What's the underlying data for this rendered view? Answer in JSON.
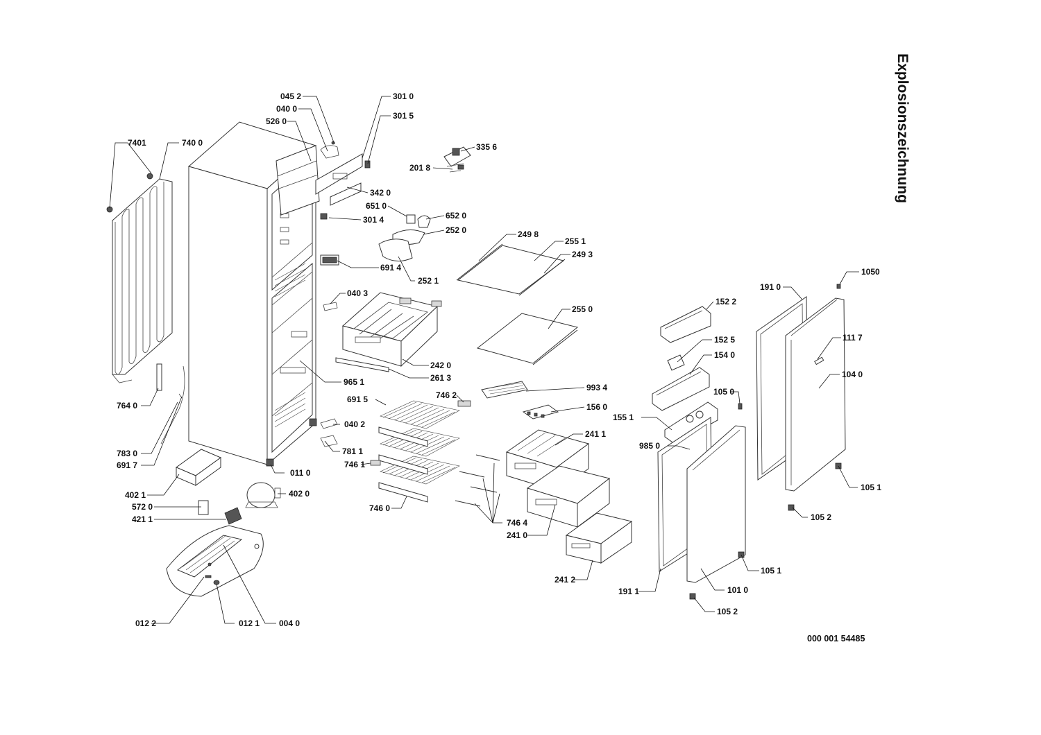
{
  "title": "Explosionszeichnung",
  "document_number": "000 001 54485",
  "parts": [
    {
      "id": "p0452",
      "label": "045 2"
    },
    {
      "id": "p0400",
      "label": "040 0"
    },
    {
      "id": "p5260",
      "label": "526 0"
    },
    {
      "id": "p3010",
      "label": "301 0"
    },
    {
      "id": "p3015",
      "label": "301 5"
    },
    {
      "id": "p7401",
      "label": "7401"
    },
    {
      "id": "p7400",
      "label": "740 0"
    },
    {
      "id": "p3356",
      "label": "335 6"
    },
    {
      "id": "p2018",
      "label": "201 8"
    },
    {
      "id": "p3420",
      "label": "342 0"
    },
    {
      "id": "p6510",
      "label": "651 0"
    },
    {
      "id": "p6520",
      "label": "652 0"
    },
    {
      "id": "p3014",
      "label": "301 4"
    },
    {
      "id": "p2520",
      "label": "252 0"
    },
    {
      "id": "p2498",
      "label": "249 8"
    },
    {
      "id": "p2551",
      "label": "255 1"
    },
    {
      "id": "p2493",
      "label": "249 3"
    },
    {
      "id": "p6914",
      "label": "691 4"
    },
    {
      "id": "p2521",
      "label": "252 1"
    },
    {
      "id": "p1050",
      "label": "1050"
    },
    {
      "id": "p1910",
      "label": "191 0"
    },
    {
      "id": "p0403",
      "label": "040 3"
    },
    {
      "id": "p1522",
      "label": "152 2"
    },
    {
      "id": "p2550",
      "label": "255 0"
    },
    {
      "id": "p1117",
      "label": "111 7"
    },
    {
      "id": "p1525",
      "label": "152 5"
    },
    {
      "id": "p2420",
      "label": "242 0"
    },
    {
      "id": "p1540",
      "label": "154 0"
    },
    {
      "id": "p2613",
      "label": "261 3"
    },
    {
      "id": "p1040",
      "label": "104 0"
    },
    {
      "id": "p9651",
      "label": "965 1"
    },
    {
      "id": "p9934",
      "label": "993 4"
    },
    {
      "id": "p1050b",
      "label": "105 0"
    },
    {
      "id": "p7462",
      "label": "746 2"
    },
    {
      "id": "p6915",
      "label": "691 5"
    },
    {
      "id": "p1560",
      "label": "156 0"
    },
    {
      "id": "p7640",
      "label": "764 0"
    },
    {
      "id": "p1551",
      "label": "155 1"
    },
    {
      "id": "p0402",
      "label": "040 2"
    },
    {
      "id": "p2411",
      "label": "241 1"
    },
    {
      "id": "p9850",
      "label": "985 0"
    },
    {
      "id": "p7830",
      "label": "783 0"
    },
    {
      "id": "p7811",
      "label": "781 1"
    },
    {
      "id": "p6917",
      "label": "691 7"
    },
    {
      "id": "p7461",
      "label": "746 1"
    },
    {
      "id": "p0110",
      "label": "011 0"
    },
    {
      "id": "p1051",
      "label": "105 1"
    },
    {
      "id": "p4021",
      "label": "402 1"
    },
    {
      "id": "p4020",
      "label": "402 0"
    },
    {
      "id": "p7460",
      "label": "746 0"
    },
    {
      "id": "p5720",
      "label": "572 0"
    },
    {
      "id": "p4211",
      "label": "421 1"
    },
    {
      "id": "p1052",
      "label": "105 2"
    },
    {
      "id": "p7464",
      "label": "746 4"
    },
    {
      "id": "p2410",
      "label": "241 0"
    },
    {
      "id": "p1051b",
      "label": "105 1"
    },
    {
      "id": "p2412",
      "label": "241 2"
    },
    {
      "id": "p1911",
      "label": "191 1"
    },
    {
      "id": "p1010",
      "label": "101 0"
    },
    {
      "id": "p1052b",
      "label": "105 2"
    },
    {
      "id": "p0122",
      "label": "012 2"
    },
    {
      "id": "p0121",
      "label": "012 1"
    },
    {
      "id": "p0040",
      "label": "004 0"
    }
  ]
}
